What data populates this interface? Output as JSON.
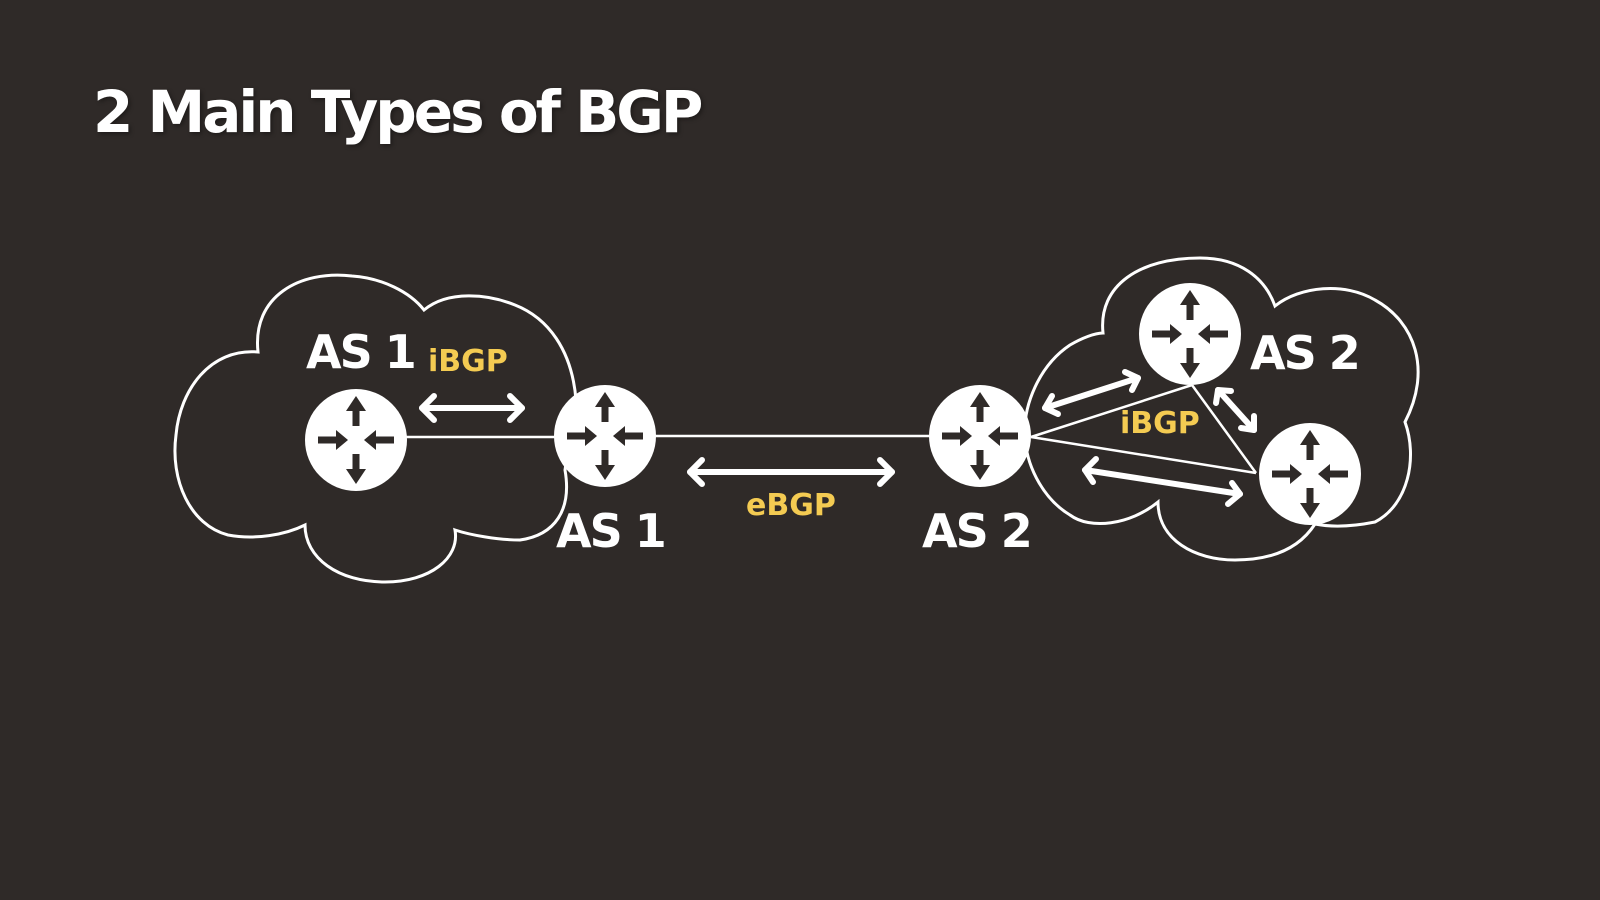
{
  "title": "2 Main Types of BGP",
  "colors": {
    "background": "#2f2a28",
    "foreground": "#ffffff",
    "accent": "#f4cb52"
  },
  "diagram": {
    "left_cloud": {
      "label": "AS 1",
      "session_label": "iBGP"
    },
    "as1_border_router": {
      "label": "AS 1"
    },
    "link_label": "eBGP",
    "as2_border_router": {
      "label": "AS 2"
    },
    "right_cloud": {
      "label": "AS 2",
      "session_label": "iBGP"
    },
    "router_icon": "router-icon"
  }
}
